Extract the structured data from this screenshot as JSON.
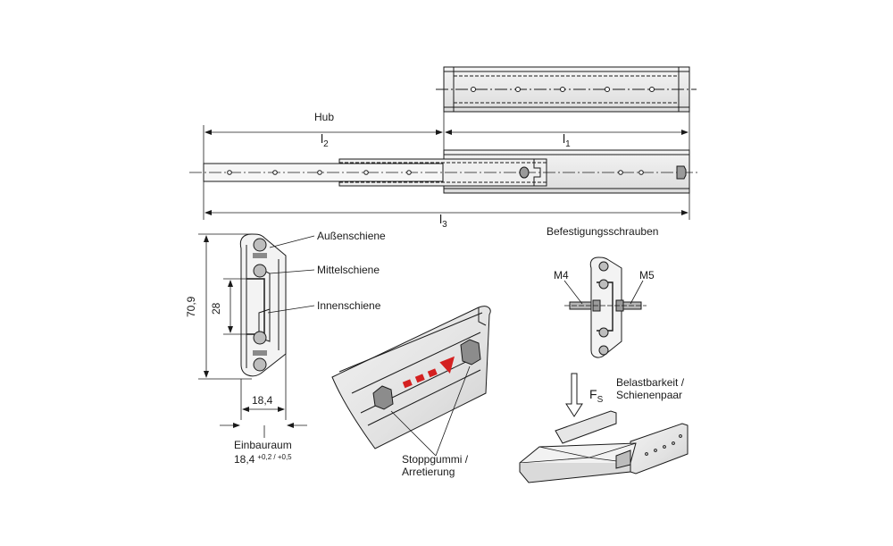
{
  "labels": {
    "hub": "Hub",
    "l1": "l",
    "l1_sub": "1",
    "l2": "l",
    "l2_sub": "2",
    "l3": "l",
    "l3_sub": "3",
    "aussenschiene": "Außenschiene",
    "mittelschiene": "Mittelschiene",
    "innenschiene": "Innenschiene",
    "dim_height": "70,9",
    "dim_inner": "28",
    "dim_width": "18,4",
    "einbauraum": "Einbauraum",
    "einbauraum_value": "18,4",
    "einbauraum_tol": "+0,2 / +0,5",
    "befestigung": "Befestigungsschrauben",
    "m4": "M4",
    "m5": "M5",
    "stoppgummi_line1": "Stoppgummi /",
    "stoppgummi_line2": "Arretierung",
    "belastbarkeit_line1": "Belastbarkeit /",
    "belastbarkeit_line2": "Schienenpaar",
    "force": "F",
    "force_sub": "S"
  },
  "colors": {
    "line": "#1a1a1a",
    "rail_fill": "#eeeeee",
    "rail_shade": "#d0d0d0",
    "arrow_red": "#d42020"
  }
}
